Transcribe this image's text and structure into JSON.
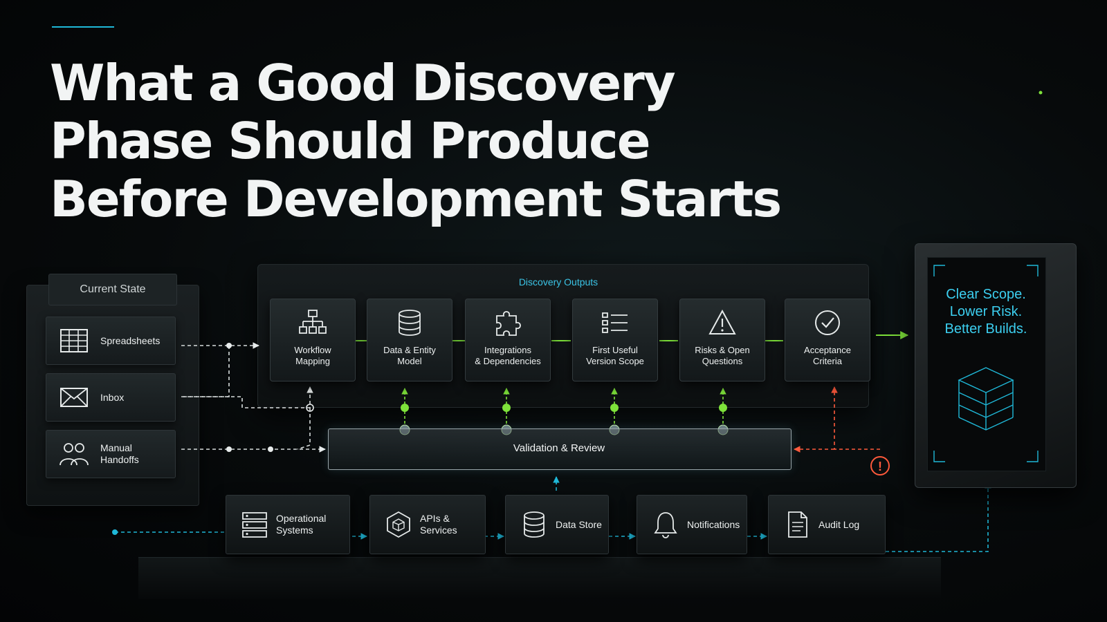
{
  "title_lines": [
    "What a Good Discovery",
    "Phase Should Produce",
    "Before Development Starts"
  ],
  "current_state": {
    "header": "Current State",
    "items": [
      {
        "label": "Spreadsheets",
        "icon": "spreadsheet-icon"
      },
      {
        "label": "Inbox",
        "icon": "envelope-icon"
      },
      {
        "label": "Manual\nHandoffs",
        "icon": "people-icon"
      }
    ]
  },
  "discovery_outputs": {
    "label": "Discovery Outputs",
    "cards": [
      {
        "label": "Workflow\nMapping",
        "icon": "org-chart-icon"
      },
      {
        "label": "Data & Entity\nModel",
        "icon": "database-icon"
      },
      {
        "label": "Integrations\n& Dependencies",
        "icon": "puzzle-icon"
      },
      {
        "label": "First Useful\nVersion Scope",
        "icon": "checklist-icon"
      },
      {
        "label": "Risks & Open\nQuestions",
        "icon": "warning-icon"
      },
      {
        "label": "Acceptance\nCriteria",
        "icon": "check-circle-icon"
      }
    ]
  },
  "validation": {
    "label": "Validation & Review"
  },
  "systems": [
    {
      "label": "Operational\nSystems",
      "icon": "server-icon"
    },
    {
      "label": "APIs &\nServices",
      "icon": "hexagon-icon"
    },
    {
      "label": "Data Store",
      "icon": "database-icon"
    },
    {
      "label": "Notifications",
      "icon": "bell-icon"
    },
    {
      "label": "Audit Log",
      "icon": "document-icon"
    }
  ],
  "result": {
    "lines": [
      "Clear Scope.",
      "Lower Risk.",
      "Better Builds."
    ],
    "icon": "layers-icon"
  },
  "colors": {
    "accent_cyan": "#1fb8d8",
    "accent_green": "#7ee23a",
    "alert_orange": "#ff5a3c",
    "text_light": "#eef1f1"
  }
}
